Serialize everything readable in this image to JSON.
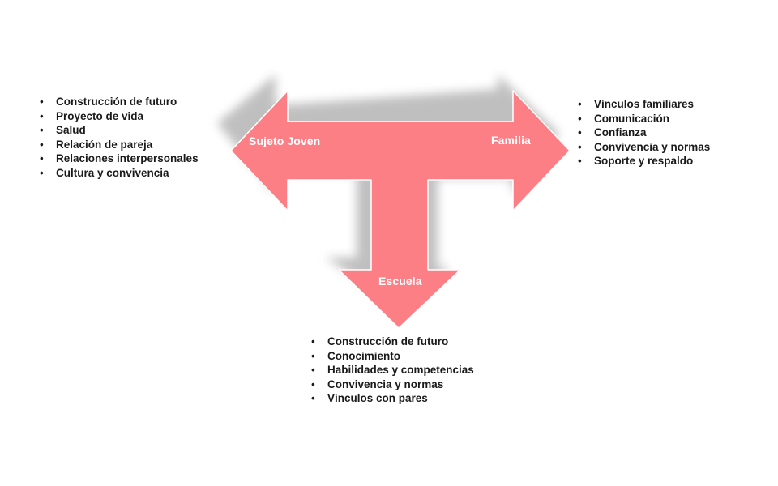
{
  "diagram": {
    "colors": {
      "arrow_fill": "#fd7f86",
      "arrow_stroke": "#ffffff",
      "shadow": "#8c8c8c",
      "label_text": "#ffffff",
      "list_text": "#1a1a1a"
    },
    "arrows": {
      "left_label": "Sujeto Joven",
      "right_label": "Familia",
      "down_label": "Escuela"
    },
    "lists": {
      "left": [
        "Construcción de futuro",
        "Proyecto de vida",
        "Salud",
        "Relación de pareja",
        "Relaciones interpersonales",
        "Cultura y convivencia"
      ],
      "right": [
        "Vínculos familiares",
        "Comunicación",
        "Confianza",
        "Convivencia y normas",
        "Soporte y respaldo"
      ],
      "bottom": [
        "Construcción de futuro",
        "Conocimiento",
        "Habilidades y competencias",
        "Convivencia y normas",
        "Vínculos con pares"
      ]
    }
  }
}
